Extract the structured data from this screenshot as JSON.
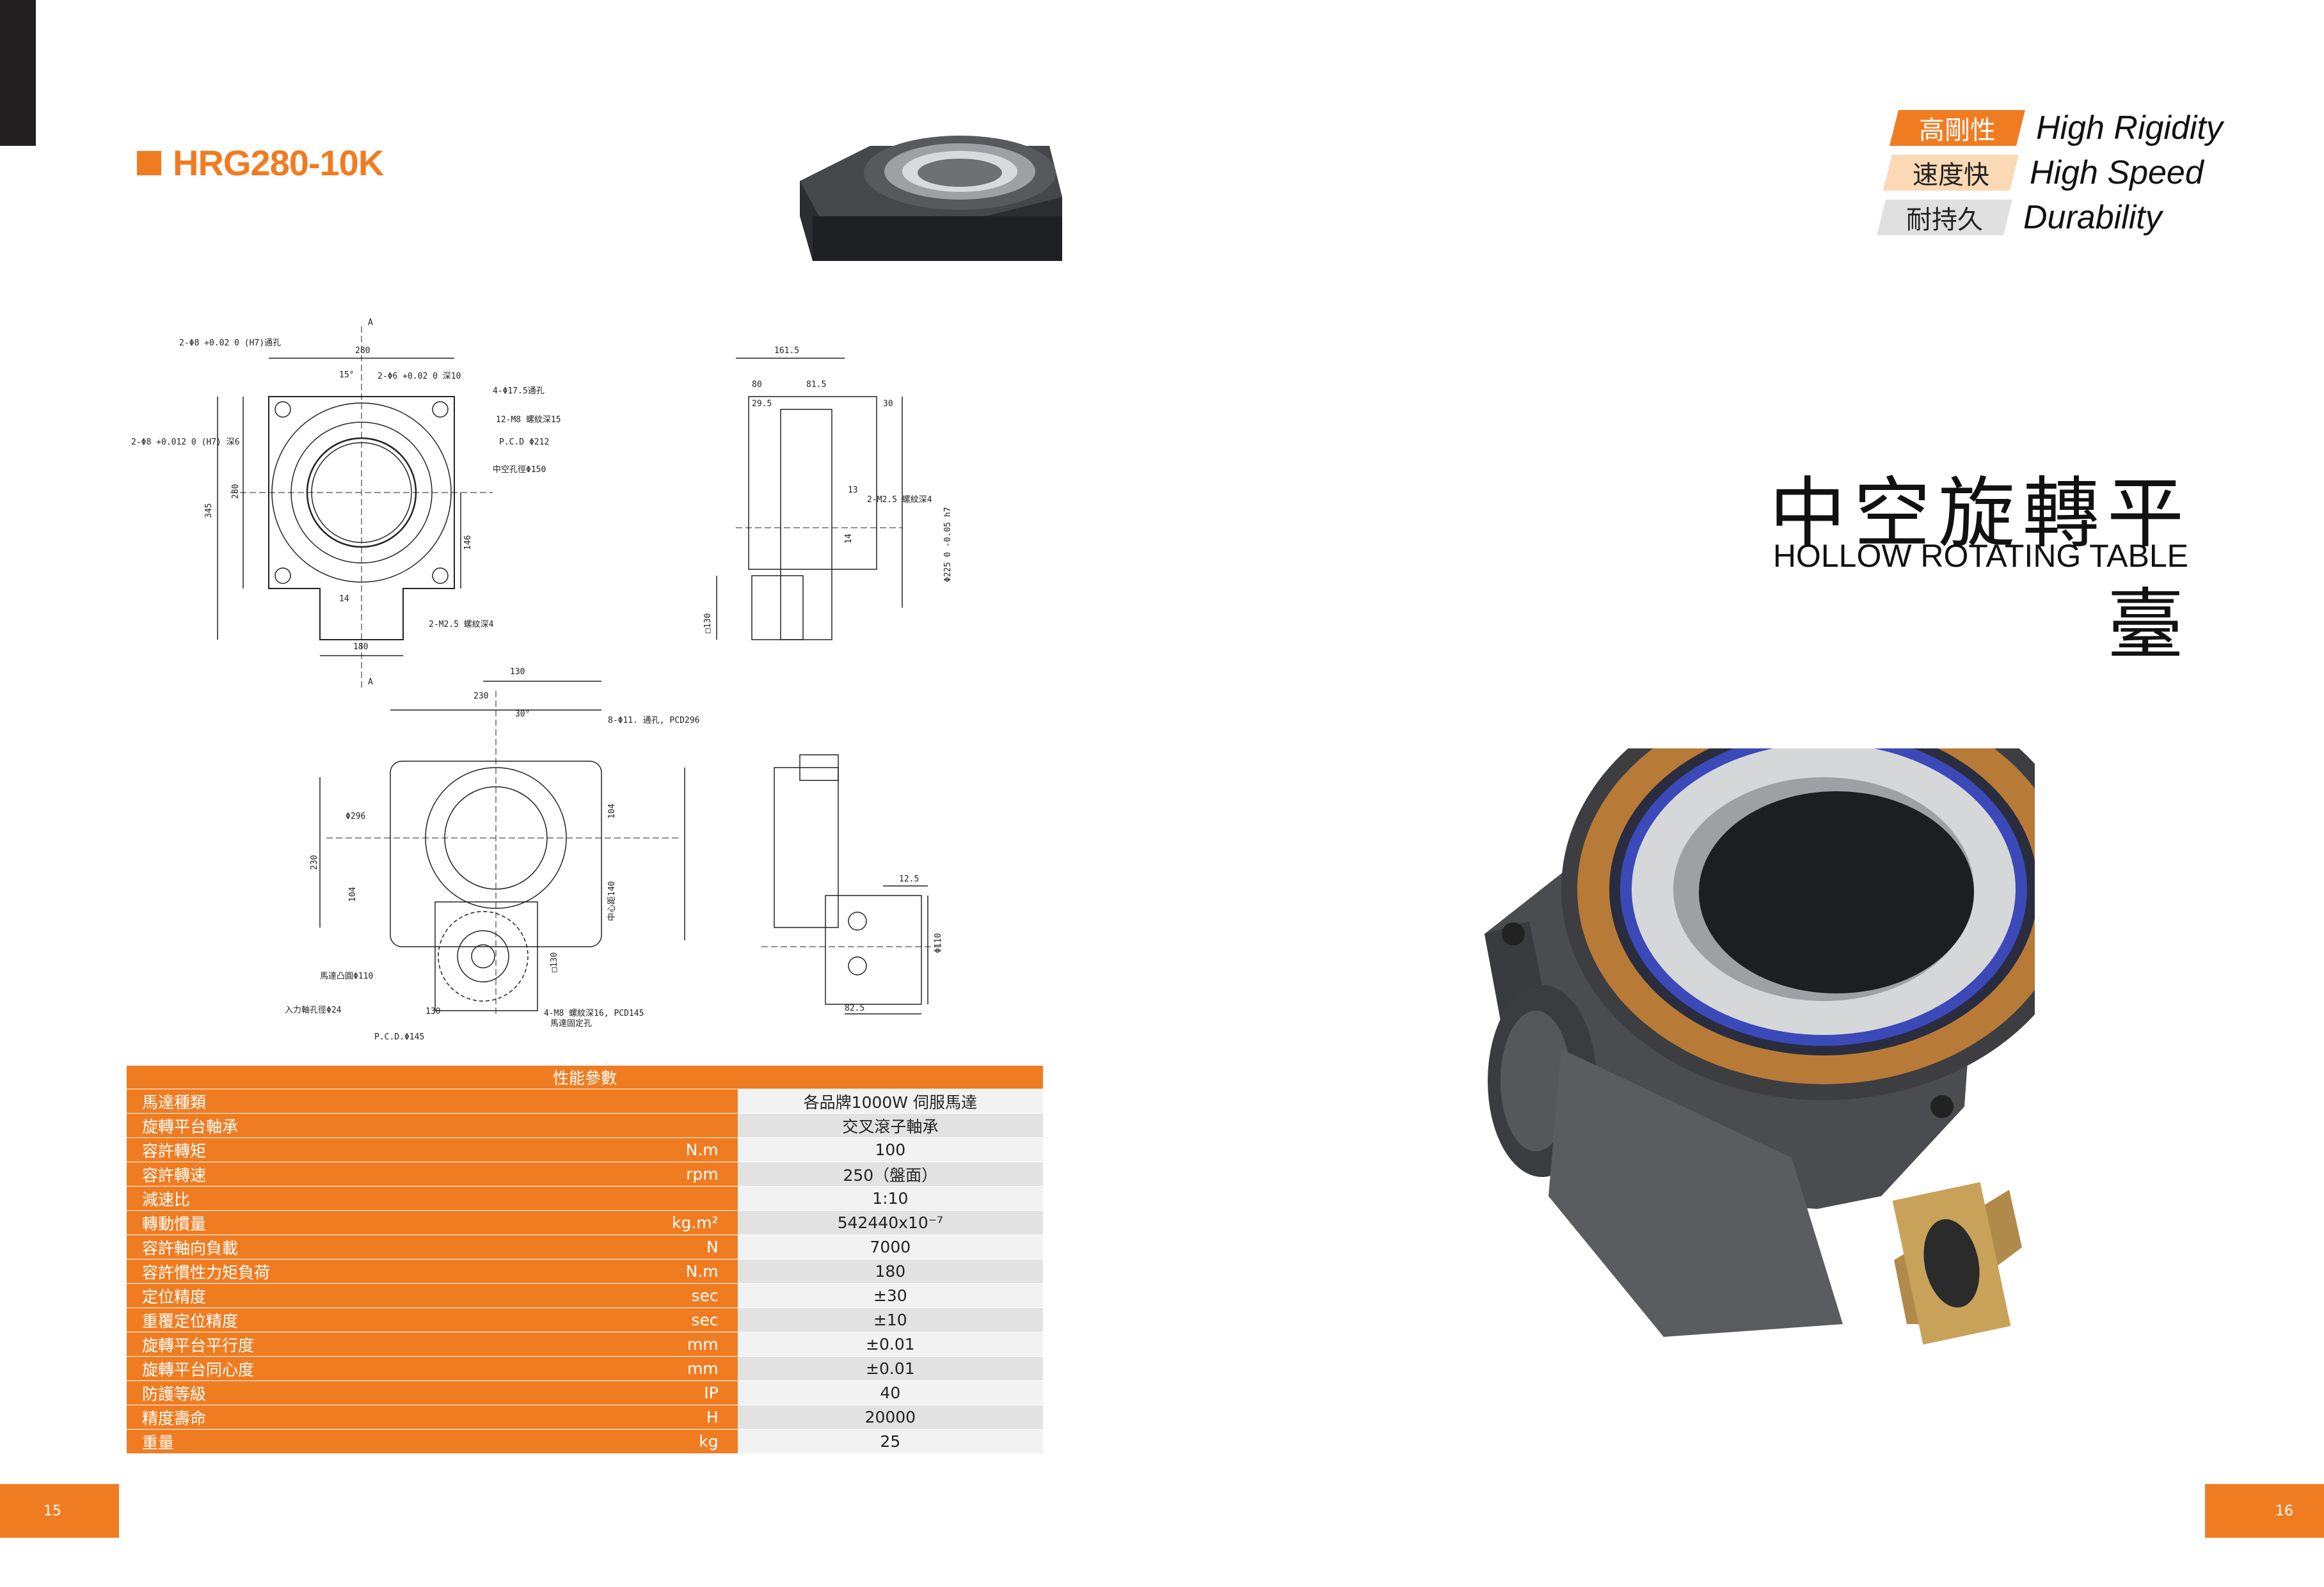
{
  "pages": {
    "left": "15",
    "right": "16"
  },
  "model": "HRG280-10K",
  "features": [
    {
      "zh": "高剛性",
      "en": "High Rigidity",
      "color": "#f07c22"
    },
    {
      "zh": "速度快",
      "en": "High Speed",
      "color": "#fbd9b5"
    },
    {
      "zh": "耐持久",
      "en": "Durability",
      "color": "#e0e0e0"
    }
  ],
  "title_zh": "中空旋轉平臺",
  "title_en": "HOLLOW ROTATING TABLE",
  "drawing_labels": {
    "l1": "2-Φ8 +0.02 0 (H7)通孔",
    "l2": "280",
    "l3": "15°",
    "l4": "2-Φ6 +0.02 0 深10",
    "l5": "4-Φ17.5通孔",
    "l6": "12-M8 螺紋深15",
    "l7": "P.C.D Φ212",
    "l8": "中空孔徑Φ150",
    "l9": "2-Φ8 +0.012 0 (H7) 深6",
    "l10": "345",
    "l11": "280",
    "l12": "146",
    "l13": "14",
    "l14": "2-M2.5 螺紋深4",
    "l15": "180",
    "l16": "A",
    "s1": "161.5",
    "s2": "80",
    "s3": "81.5",
    "s4": "29.5",
    "s5": "30",
    "s6": "13",
    "s7": "2-M2.5 螺紋深4",
    "s8": "14",
    "s9": "Φ225 0 -0.05 h7",
    "s10": "□130",
    "b1": "130",
    "b2": "230",
    "b3": "30°",
    "b4": "8-Φ11. 通孔, PCD296",
    "b5": "Φ296",
    "b6": "230",
    "b7": "104",
    "b8": "104",
    "b9": "中心距140",
    "b10": "□130",
    "b11": "馬達凸圓Φ110",
    "b12": "入力軸孔徑Φ24",
    "b13": "P.C.D.Φ145",
    "b14": "4-M8 螺紋深16, PCD145",
    "b15": "馬達固定孔",
    "b16": "130",
    "c1": "12.5",
    "c2": "Φ110",
    "c3": "82.5"
  },
  "spec_table": {
    "header": "性能參數",
    "rows": [
      {
        "label": "馬達種類",
        "unit": "",
        "value": "各品牌1000W 伺服馬達"
      },
      {
        "label": "旋轉平台軸承",
        "unit": "",
        "value": "交叉滾子軸承"
      },
      {
        "label": "容許轉矩",
        "unit": "N.m",
        "value": "100"
      },
      {
        "label": "容許轉速",
        "unit": "rpm",
        "value": "250（盤面）"
      },
      {
        "label": "減速比",
        "unit": "",
        "value": "1:10"
      },
      {
        "label": "轉動慣量",
        "unit": "kg.m²",
        "value": "542440x10⁻⁷"
      },
      {
        "label": "容許軸向負載",
        "unit": "N",
        "value": "7000"
      },
      {
        "label": "容許慣性力矩負荷",
        "unit": "N.m",
        "value": "180"
      },
      {
        "label": "定位精度",
        "unit": "sec",
        "value": "±30"
      },
      {
        "label": "重覆定位精度",
        "unit": "sec",
        "value": "±10"
      },
      {
        "label": "旋轉平台平行度",
        "unit": "mm",
        "value": "±0.01"
      },
      {
        "label": "旋轉平台同心度",
        "unit": "mm",
        "value": "±0.01"
      },
      {
        "label": "防護等級",
        "unit": "IP",
        "value": "40"
      },
      {
        "label": "精度壽命",
        "unit": "H",
        "value": "20000"
      },
      {
        "label": "重量",
        "unit": "kg",
        "value": "25"
      }
    ]
  }
}
